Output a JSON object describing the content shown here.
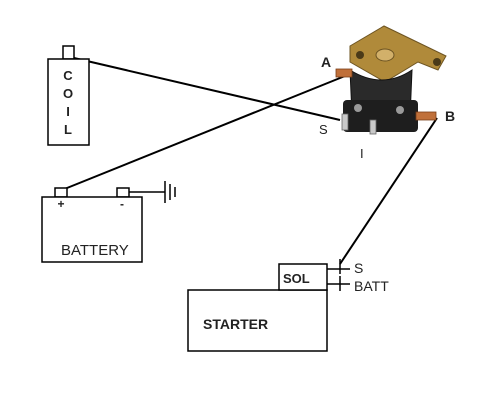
{
  "coil": {
    "letters": [
      "C",
      "O",
      "I",
      "L"
    ]
  },
  "battery": {
    "label": "BATTERY",
    "plus": "+",
    "minus": "-"
  },
  "solenoid": {
    "terminal_a": "A",
    "terminal_b": "B",
    "terminal_s": "S",
    "terminal_i": "I"
  },
  "starter": {
    "label": "STARTER",
    "sol_label": "SOL",
    "terminal_s": "S",
    "terminal_batt": "BATT"
  },
  "colors": {
    "wire": "#000000",
    "solenoid_body": "#2a2a2a",
    "bracket": "#b08a3a",
    "copper": "#c0703a"
  }
}
